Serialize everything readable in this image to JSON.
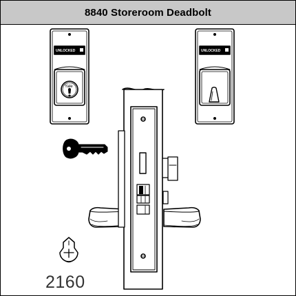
{
  "title": "8840 Storeroom Deadbolt",
  "indicator_label": "UNLOCKED",
  "cylinder_brand": "Yale",
  "function_code": "2160",
  "colors": {
    "title_bar": "#c8c8c8",
    "outline": "#000000",
    "background": "#ffffff"
  },
  "icons": [
    "outside-escutcheon-icon",
    "inside-escutcheon-icon",
    "key-icon",
    "mortise-lock-body-icon",
    "lever-handle-icon",
    "cylinder-keyway-icon"
  ]
}
